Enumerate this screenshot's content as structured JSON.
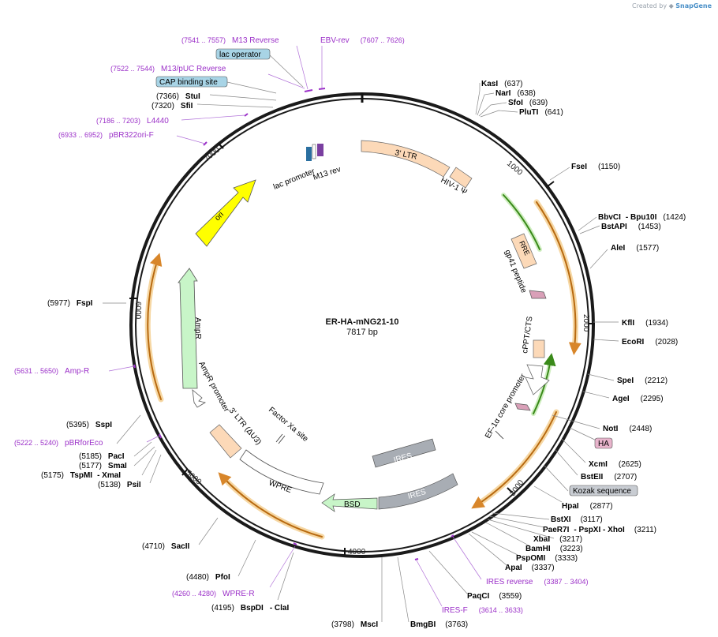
{
  "credit": {
    "prefix": "Created by",
    "brand": "SnapGene"
  },
  "plasmid": {
    "name": "ER-HA-mNG21-10",
    "size": "7817 bp"
  },
  "colors": {
    "ring": "#1a1a1a",
    "enzyme": "#000000",
    "primer": "#9b30c8",
    "orange": "#f0b050"
  },
  "ticks": [
    "1000",
    "2000",
    "3000",
    "4000",
    "5000",
    "6000",
    "7000"
  ],
  "enzymes": [
    {
      "name": "KasI",
      "pos": "(637)"
    },
    {
      "name": "NarI",
      "pos": "(638)"
    },
    {
      "name": "SfoI",
      "pos": "(639)"
    },
    {
      "name": "PluTI",
      "pos": "(641)"
    },
    {
      "name": "FseI",
      "pos": "(1150)"
    },
    {
      "name": "BbvCI",
      "extra": "- Bpu10I",
      "pos": "(1424)"
    },
    {
      "name": "BstAPI",
      "pos": "(1453)"
    },
    {
      "name": "AleI",
      "pos": "(1577)"
    },
    {
      "name": "KflI",
      "pos": "(1934)"
    },
    {
      "name": "EcoRI",
      "pos": "(2028)"
    },
    {
      "name": "SpeI",
      "pos": "(2212)"
    },
    {
      "name": "AgeI",
      "pos": "(2295)"
    },
    {
      "name": "NotI",
      "pos": "(2448)"
    },
    {
      "name": "XcmI",
      "pos": "(2625)"
    },
    {
      "name": "BstEII",
      "pos": "(2707)"
    },
    {
      "name": "HpaI",
      "pos": "(2877)"
    },
    {
      "name": "BstXI",
      "pos": "(3117)"
    },
    {
      "name": "PaeR7I",
      "extra": "- PspXI   - XhoI",
      "pos": "(3211)"
    },
    {
      "name": "XbaI",
      "pos": "(3217)"
    },
    {
      "name": "BamHI",
      "pos": "(3223)"
    },
    {
      "name": "PspOMI",
      "pos": "(3333)"
    },
    {
      "name": "ApaI",
      "pos": "(3337)"
    },
    {
      "name": "PaqCI",
      "pos": "(3559)"
    },
    {
      "name": "BmgBI",
      "pos": "(3763)"
    },
    {
      "name": "MscI",
      "pos": "(3798)"
    },
    {
      "name": "BspDI",
      "extra": "- ClaI",
      "pos": "(4195)"
    },
    {
      "name": "PfoI",
      "pos": "(4480)"
    },
    {
      "name": "SacII",
      "pos": "(4710)"
    },
    {
      "name": "SspI",
      "pos": "(5395)"
    },
    {
      "name": "PacI",
      "pos": "(5185)"
    },
    {
      "name": "SmaI",
      "pos": "(5177)"
    },
    {
      "name": "TspMI",
      "extra": "- XmaI",
      "pos": "(5175)"
    },
    {
      "name": "PsiI",
      "pos": "(5138)"
    },
    {
      "name": "FspI",
      "pos": "(5977)"
    },
    {
      "name": "StuI",
      "pos": "(7366)"
    },
    {
      "name": "SfiI",
      "pos": "(7320)"
    }
  ],
  "primers": [
    {
      "name": "M13 Reverse",
      "range": "(7541 .. 7557)"
    },
    {
      "name": "EBV-rev",
      "range": "(7607 .. 7626)"
    },
    {
      "name": "M13/pUC Reverse",
      "range": "(7522 .. 7544)"
    },
    {
      "name": "L4440",
      "range": "(7186 .. 7203)"
    },
    {
      "name": "pBR322ori-F",
      "range": "(6933 .. 6952)"
    },
    {
      "name": "Amp-R",
      "range": "(5631 .. 5650)"
    },
    {
      "name": "pBRforEco",
      "range": "(5222 .. 5240)"
    },
    {
      "name": "WPRE-R",
      "range": "(4260 .. 4280)"
    },
    {
      "name": "IRES-F",
      "range": "(3614 .. 3633)"
    },
    {
      "name": "IRES reverse",
      "range": "(3387 .. 3404)"
    }
  ],
  "boxed": [
    {
      "name": "lac operator",
      "color": "#a8d4e6"
    },
    {
      "name": "CAP binding site",
      "color": "#a8d4e6"
    },
    {
      "name": "HA",
      "color": "#e8b4cc"
    },
    {
      "name": "Kozak sequence",
      "color": "#c8ccd2"
    }
  ],
  "features": [
    {
      "name": "3' LTR"
    },
    {
      "name": "HIV-1 Ψ"
    },
    {
      "name": "RRE"
    },
    {
      "name": "gp41 peptide"
    },
    {
      "name": "cPPT/CTS"
    },
    {
      "name": "EF-1α core promoter"
    },
    {
      "name": "IRES"
    },
    {
      "name": "IRES"
    },
    {
      "name": "BSD"
    },
    {
      "name": "WPRE"
    },
    {
      "name": "3' LTR (ΔU3)"
    },
    {
      "name": "Factor Xa site"
    },
    {
      "name": "AmpR promoter"
    },
    {
      "name": "AmpR"
    },
    {
      "name": "ori"
    },
    {
      "name": "lac promoter"
    },
    {
      "name": "M13 rev"
    }
  ]
}
